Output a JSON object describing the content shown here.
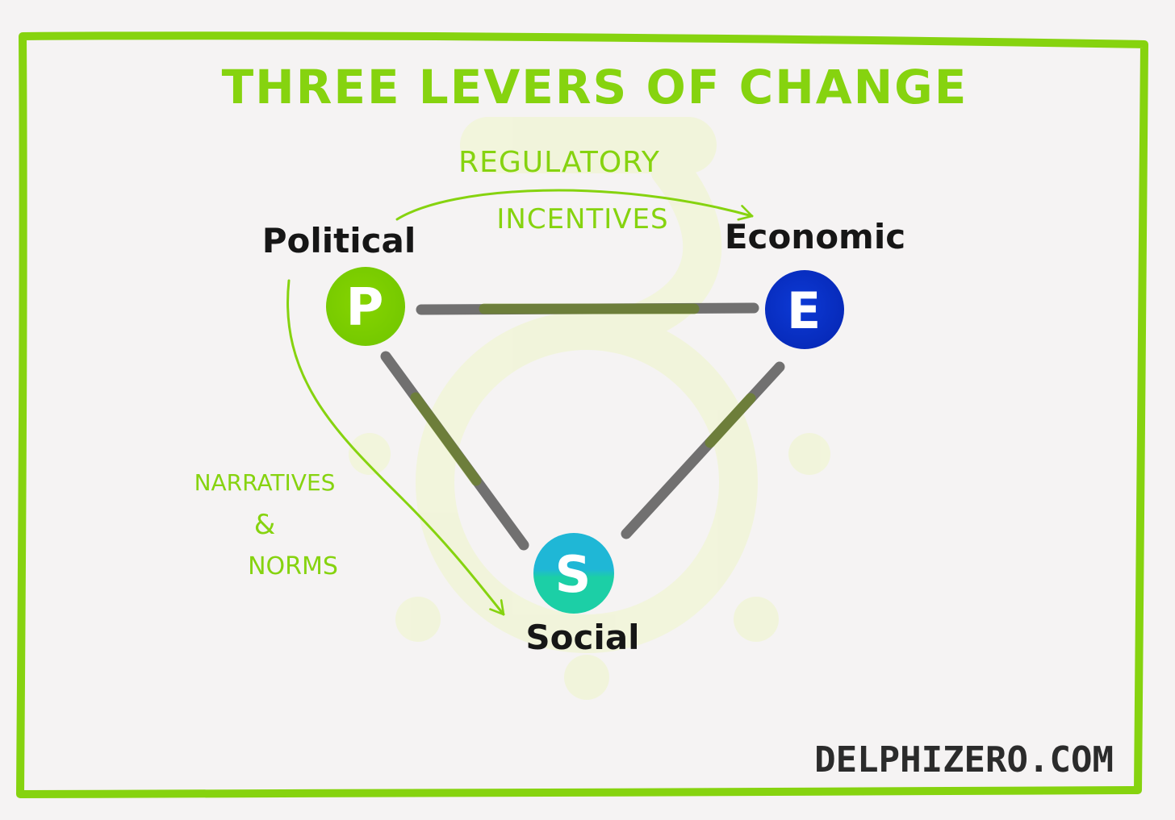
{
  "title": "THREE LEVERS OF CHANGE",
  "nodes": {
    "political": {
      "letter": "P",
      "label": "Political",
      "color": "#7ccf00"
    },
    "economic": {
      "letter": "E",
      "label": "Economic",
      "color": "#0a33c8"
    },
    "social": {
      "letter": "S",
      "label": "Social",
      "color_top": "#1fb7d6",
      "color_bottom": "#1ccfa6"
    }
  },
  "arrows": {
    "top_line1": "REGULATORY",
    "top_line2": "INCENTIVES",
    "left_line1": "NARRATIVES",
    "left_line2": "&",
    "left_line3": "NORMS"
  },
  "footer": "DELPHIZERO.COM",
  "colors": {
    "accent": "#86d30f",
    "connector": "#6a6a6a",
    "ink": "#161616",
    "background": "#f5f3f3"
  }
}
